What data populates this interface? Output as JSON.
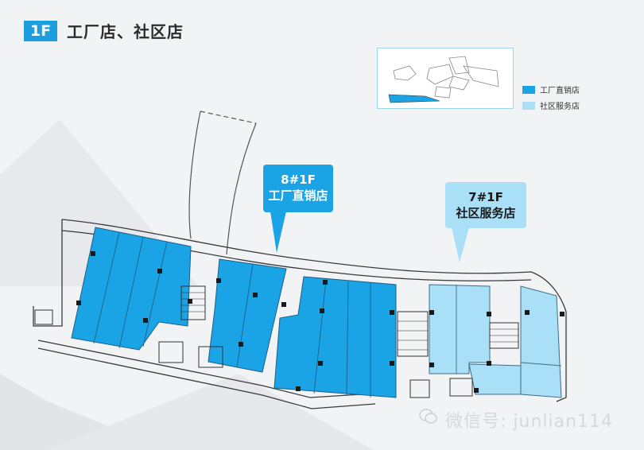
{
  "header": {
    "floor_badge": "1F",
    "title": "工厂店、社区店"
  },
  "legend": [
    {
      "label": "工厂直销店",
      "color": "#1aa3e5"
    },
    {
      "label": "社区服务店",
      "color": "#a9dff7"
    }
  ],
  "callouts": {
    "factory": {
      "line1": "8#1F",
      "line2": "工厂直销店"
    },
    "community": {
      "line1": "7#1F",
      "line2": "社区服务店"
    }
  },
  "watermark": "微信号: junlian114",
  "colors": {
    "accent": "#1c9ee0",
    "factory": "#1aa3e5",
    "community": "#a9dff7",
    "outline": "#3a3a3a"
  }
}
